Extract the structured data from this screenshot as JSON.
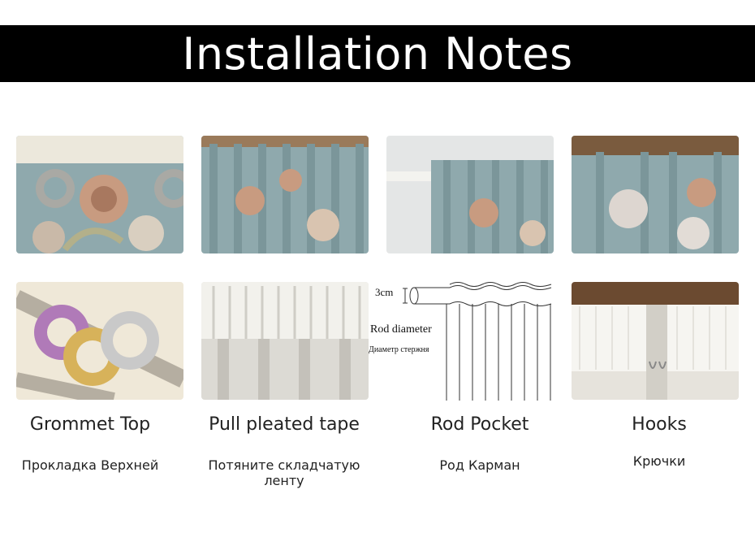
{
  "header": {
    "title": "Installation Notes"
  },
  "diagram": {
    "measure_label": "3cm",
    "rod_label_en": "Rod diameter",
    "rod_label_ru": "Диаметр стержня"
  },
  "items": [
    {
      "title_en": "Grommet Top",
      "title_ru": "Прокладка Верхней"
    },
    {
      "title_en": "Pull pleated tape",
      "title_ru": "Потяните складчатую ленту"
    },
    {
      "title_en": "Rod Pocket",
      "title_ru": "Род Карман"
    },
    {
      "title_en": "Hooks",
      "title_ru": "Крючки"
    }
  ],
  "colors": {
    "banner": "#000000",
    "fabric_blue": "#8fa9ad",
    "flower_peach": "#c89b80",
    "ring_silver": "#c9c9c9",
    "ring_purple": "#b07ab8",
    "ring_gold": "#d7b25a",
    "lining": "#e6e3dc"
  }
}
